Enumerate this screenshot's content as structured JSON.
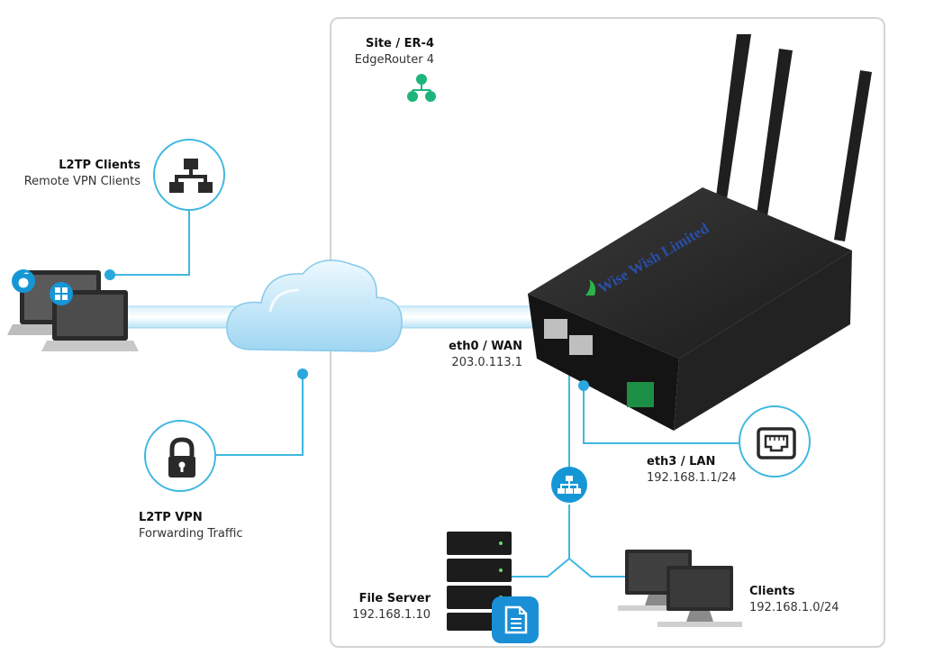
{
  "site": {
    "title": "Site / ER-4",
    "subtitle": "EdgeRouter 4",
    "icon": "network-hierarchy-icon",
    "icon_color": "#1db57a"
  },
  "l2tp_clients": {
    "title": "L2TP Clients",
    "subtitle": "Remote VPN Clients",
    "icon": "network-topology-icon"
  },
  "l2tp_vpn": {
    "title": "L2TP VPN",
    "subtitle": "Forwarding Traffic",
    "icon": "lock-icon"
  },
  "wan": {
    "title": "eth0 / WAN",
    "subtitle": "203.0.113.1"
  },
  "lan": {
    "title": "eth3 / LAN",
    "subtitle": "192.168.1.1/24",
    "icon": "ethernet-port-icon"
  },
  "file_server": {
    "title": "File Server",
    "subtitle": "192.168.1.10",
    "icon": "document-icon"
  },
  "clients": {
    "title": "Clients",
    "subtitle": "192.168.1.0/24"
  },
  "router": {
    "brand": "Wise Wish Limited"
  },
  "colors": {
    "link": "#3fb7e0",
    "accent": "#1597d6",
    "frame": "#d4d4d4"
  }
}
